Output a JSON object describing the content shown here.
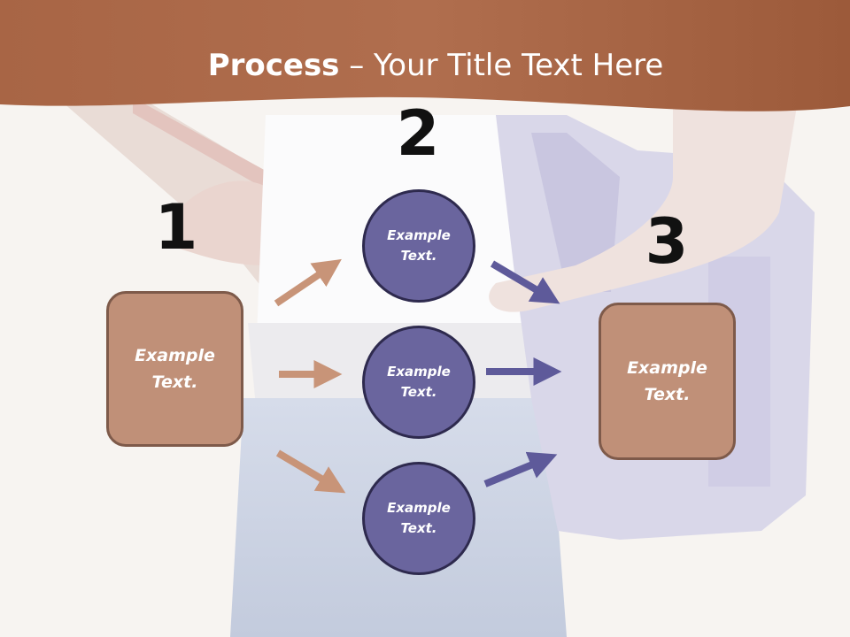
{
  "slide": {
    "title_bold": "Process",
    "title_rest": " – Your Title Text Here"
  },
  "steps": {
    "one": "1",
    "two": "2",
    "three": "3"
  },
  "left_box": {
    "text": "Example\nText."
  },
  "right_box": {
    "text": "Example\nText."
  },
  "circles": [
    {
      "text": "Example\nText."
    },
    {
      "text": "Example\nText."
    },
    {
      "text": "Example\nText."
    }
  ],
  "colors": {
    "header": "#a9694a",
    "box_fill": "#c09078",
    "box_border": "#7e5a4a",
    "circle_fill": "#6a659e",
    "circle_border": "#2e2a4e",
    "arrow_left": "#c89478",
    "arrow_right": "#5e5a9a"
  }
}
